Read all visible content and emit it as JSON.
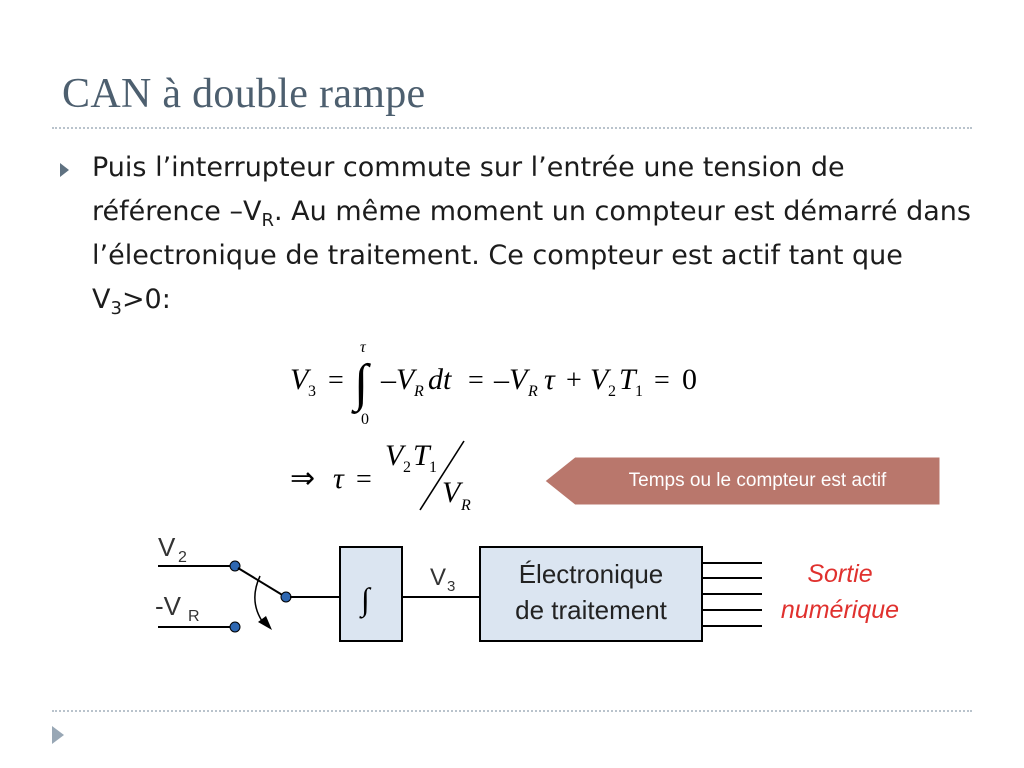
{
  "slide": {
    "title": "CAN à double rampe"
  },
  "paragraph": {
    "part1": "Puis l’interrupteur commute sur l’entrée une tension de référence –V",
    "sub1": "R",
    "part2": ".  Au même moment un compteur est démarré dans l’électronique de traitement. Ce compteur est actif tant que V",
    "sub2": "3",
    "part3": ">0:"
  },
  "equation1": {
    "lhs_var": "V",
    "lhs_sub": "3",
    "eq1": "=",
    "upper_limit": "τ",
    "lower_limit": "0",
    "integral": "∫",
    "term1": "–V",
    "term1_sub": "R",
    "term1_d": "dt",
    "eq2": "=",
    "term2": "–V",
    "term2_sub": "R",
    "term2_tau": "τ",
    "plus": "+",
    "term3_v": "V",
    "term3_v_sub": "2",
    "term3_t": "T",
    "term3_t_sub": "1",
    "eq3": "=",
    "rhs": "0"
  },
  "equation2": {
    "implies": "⇒",
    "tau": "τ",
    "eq": "=",
    "num_v": "V",
    "num_v_sub": "2",
    "num_t": "T",
    "num_t_sub": "1",
    "den_v": "V",
    "den_v_sub": "R"
  },
  "callout": {
    "text": "Temps ou le compteur est actif",
    "color": "#b9776c"
  },
  "diagram": {
    "input_top": "V",
    "input_top_sub": "2",
    "input_bottom": "-V",
    "input_bottom_sub": "R",
    "integrator_symbol": "∫",
    "signal_label": "V",
    "signal_label_sub": "3",
    "block_line1": "Électronique",
    "block_line2": "de traitement",
    "output_line1": "Sortie",
    "output_line2": "numérique",
    "block_fill": "#dbe5f1",
    "wire_color": "#000000",
    "node_color": "#2e67b1",
    "output_color": "#e0312e"
  },
  "icons": {
    "bullet": "triangle-right-icon",
    "corner": "triangle-right-icon"
  }
}
